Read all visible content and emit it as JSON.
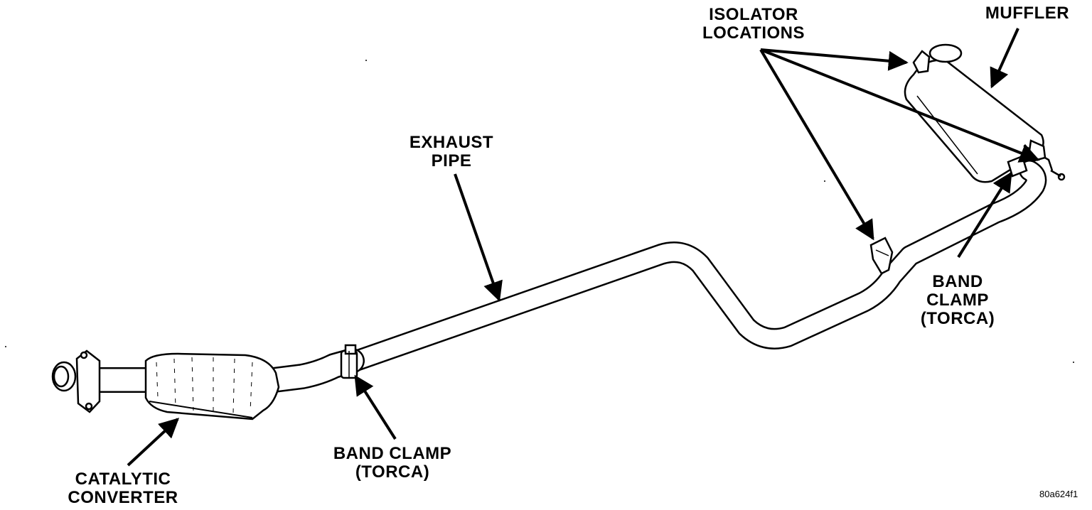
{
  "labels": {
    "isolator_line1": "ISOLATOR",
    "isolator_line2": "LOCATIONS",
    "muffler": "MUFFLER",
    "exhaust_line1": "EXHAUST",
    "exhaust_line2": "PIPE",
    "band_clamp_right_line1": "BAND",
    "band_clamp_right_line2": "CLAMP",
    "band_clamp_right_line3": "(TORCA)",
    "band_clamp_left_line1": "BAND CLAMP",
    "band_clamp_left_line2": "(TORCA)",
    "catalytic_line1": "CATALYTIC",
    "catalytic_line2": "CONVERTER",
    "figure_code": "80a624f1"
  },
  "colors": {
    "ink": "#000000",
    "paper": "#ffffff"
  }
}
